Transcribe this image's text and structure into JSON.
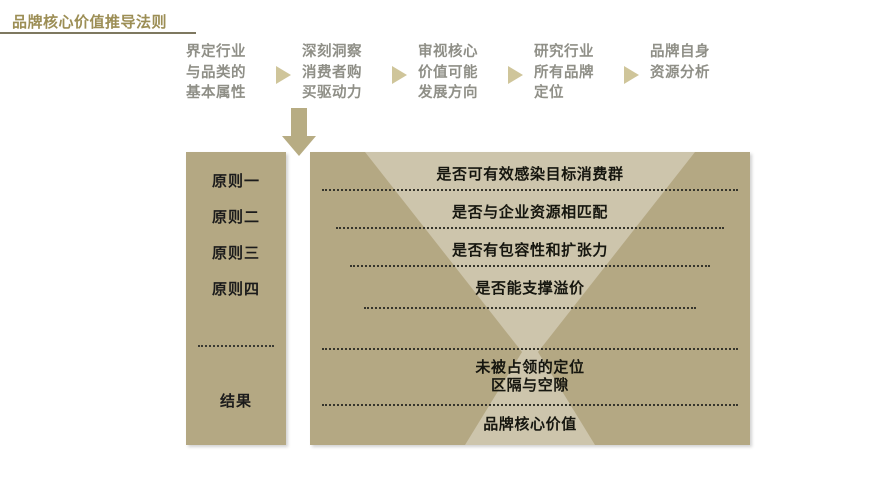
{
  "page_title": "品牌核心价值推导法则",
  "colors": {
    "title_text": "#9C8E55",
    "panel_bg": "#B4A883",
    "funnel_light": "#CFC6AE",
    "flow_text": "#8F8F87",
    "flow_arrow": "#CFC59A",
    "big_arrow": "#B7AC83",
    "mid_arrow": "#7A7F85",
    "body_text": "#16160F"
  },
  "flow": {
    "steps": [
      {
        "label": "界定行业\n与品类的\n基本属性"
      },
      {
        "label": "深刻洞察\n消费者购\n买驱动力"
      },
      {
        "label": "审视核心\n价值可能\n发展方向"
      },
      {
        "label": "研究行业\n所有品牌\n定位"
      },
      {
        "label": "品牌自身\n资源分析"
      }
    ],
    "arrow_icon": "triangle-right-icon",
    "down_arrow_icon": "arrow-down-icon"
  },
  "principles": {
    "items": [
      {
        "label": "原则一"
      },
      {
        "label": "原则二"
      },
      {
        "label": "原则三"
      },
      {
        "label": "原则四"
      }
    ],
    "result_label": "结果"
  },
  "criteria": {
    "rows": [
      {
        "label": "是否可有效感染目标消费群"
      },
      {
        "label": "是否与企业资源相匹配"
      },
      {
        "label": "是否有包容性和扩张力"
      },
      {
        "label": "是否能支撑溢价"
      }
    ],
    "mid_arrow_icon": "arrow-down-icon",
    "results": [
      {
        "label": "未被占领的定位\n区隔与空隙"
      },
      {
        "label": "品牌核心价值"
      }
    ]
  }
}
